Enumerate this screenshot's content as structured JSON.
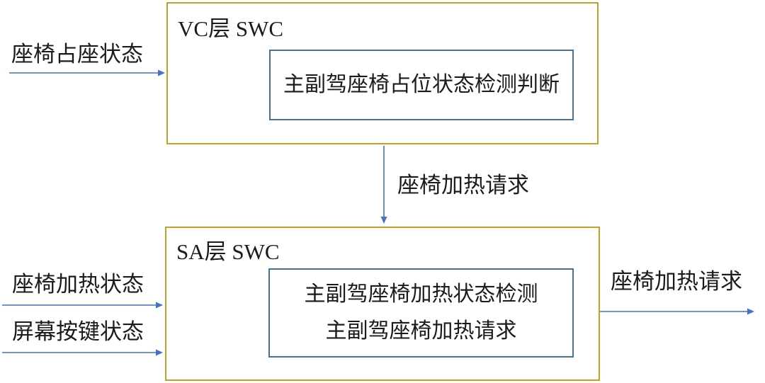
{
  "diagram": {
    "colors": {
      "container_border": "#C4A125",
      "inner_border": "#41719C",
      "arrow": "#4472C4",
      "text": "#1B1B1B",
      "background": "#FFFFFF"
    },
    "containers": [
      {
        "title": "VC层 SWC",
        "inner_lines": [
          "主副驾座椅占位状态检测判断"
        ]
      },
      {
        "title": "SA层 SWC",
        "inner_lines": [
          "主副驾座椅加热状态检测",
          "主副驾座椅加热请求"
        ]
      }
    ],
    "labels": {
      "seat_occupancy_input": "座椅占座状态",
      "seat_heating_request_internal": "座椅加热请求",
      "seat_heating_status_input": "座椅加热状态",
      "screen_button_status_input": "屏幕按键状态",
      "seat_heating_request_output": "座椅加热请求"
    }
  }
}
